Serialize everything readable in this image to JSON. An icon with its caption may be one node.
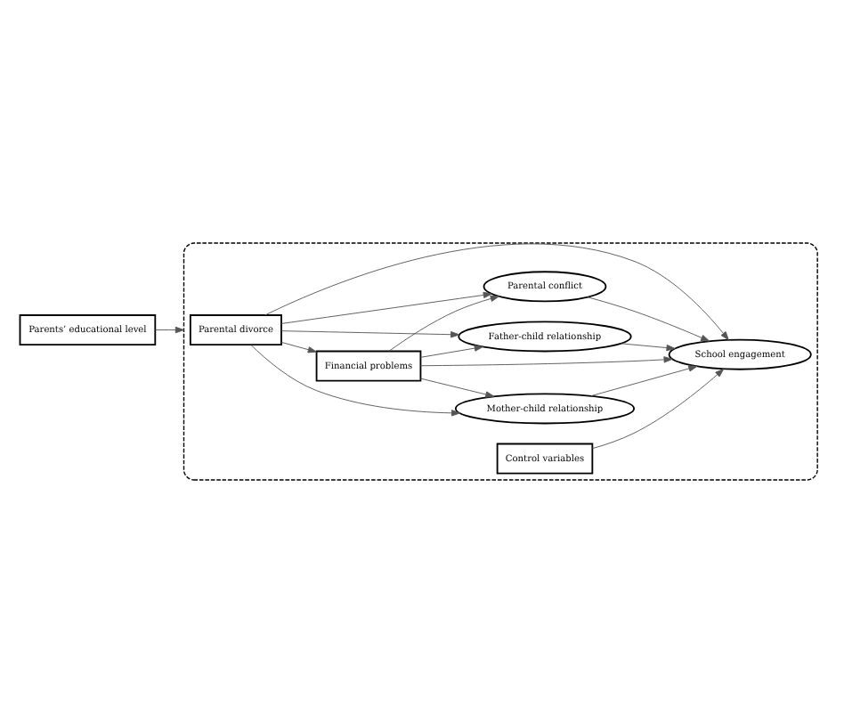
{
  "diagram": {
    "nodes": [
      {
        "text": [],
        "shape": "box"
      },
      {
        "text": [
          "Parental divorce"
        ],
        "in": 0
      },
      {
        "text": [
          "Financial problems"
        ],
        "in": 0
      },
      {
        "text": [
          "Mother-child relationship"
        ],
        "in": 0
      },
      {
        "text": [
          "Father-child relationship"
        ],
        "in": 0
      },
      {
        "text": [
          "Parental conflict"
        ],
        "in": 0
      },
      {
        "text": [
          "School engagement"
        ],
        "in": 0
      },
      {
        "text": [
          "Control variables"
        ],
        "in": 0
      },
      {
        "text": [
          "Parents’ educational level"
        ]
      }
    ],
    "edges": [
      {
        "from": 1,
        "to": 2,
        "arrow": "to"
      },
      {
        "from": 2,
        "to": 6,
        "arrow": "to"
      },
      {
        "from": 2,
        "to": 3,
        "arrow": "to"
      },
      {
        "from": 2,
        "to": 4,
        "arrow": "to"
      },
      {
        "from": 2,
        "to": 5,
        "arrow": "to"
      },
      {
        "from": 1,
        "to": 3,
        "arrow": "to"
      },
      {
        "from": 1,
        "to": 4,
        "arrow": "to"
      },
      {
        "from": 1,
        "to": 5,
        "arrow": "to"
      },
      {
        "from": 3,
        "to": 6,
        "arrow": "to"
      },
      {
        "from": 4,
        "to": 6,
        "arrow": "to"
      },
      {
        "from": 5,
        "to": 6,
        "arrow": "to"
      },
      {
        "from": 1,
        "to": 6,
        "arrow": "to"
      },
      {
        "from": 7,
        "to": 6,
        "arrow": "to"
      },
      {
        "from": 8,
        "to": 0,
        "arrow": "to"
      }
    ]
  }
}
